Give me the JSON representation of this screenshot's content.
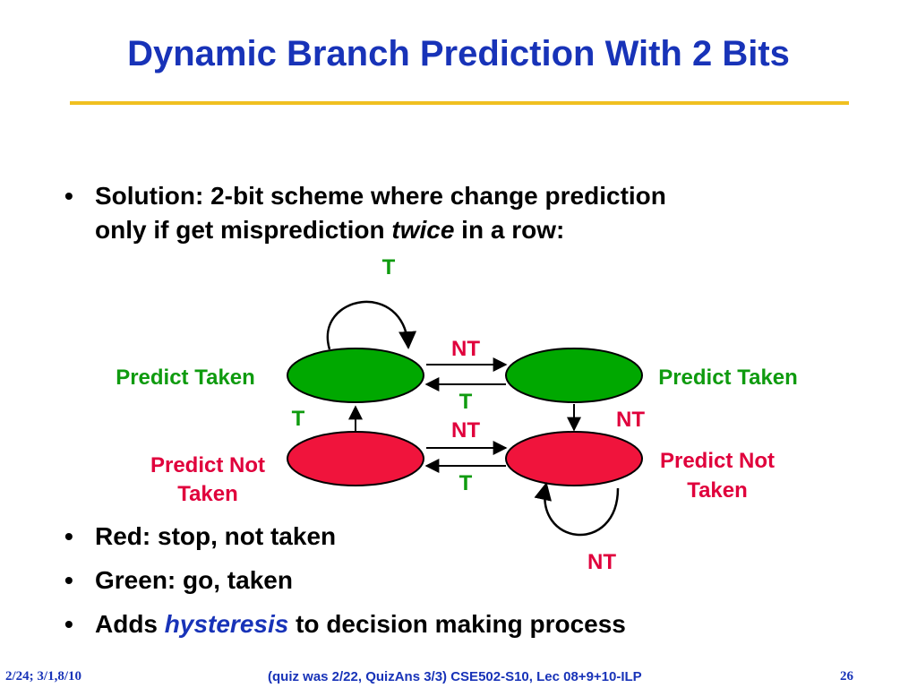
{
  "slide": {
    "title": "Dynamic Branch Prediction With 2 Bits"
  },
  "bullets": {
    "solution_line1": "Solution: 2-bit scheme where change prediction",
    "solution_line2_pre": "only if get misprediction ",
    "solution_line2_em": "twice",
    "solution_line2_post": " in a row:",
    "red": "Red: stop, not taken",
    "green": "Green: go, taken",
    "adds_pre": "Adds ",
    "adds_em": "hysteresis",
    "adds_post": " to decision making process",
    "marker": "•"
  },
  "diagram": {
    "states": {
      "top_left": "Predict Taken",
      "top_right": "Predict Taken",
      "bottom_left_line1": "Predict Not",
      "bottom_left_line2": "Taken",
      "bottom_right_line1": "Predict Not",
      "bottom_right_line2": "Taken"
    },
    "transitions": {
      "top_self_loop": "T",
      "top_to_right": "NT",
      "right_to_top": "T",
      "bottom_to_top_left": "T",
      "top_right_to_bottom": "NT",
      "bottom_to_right": "NT",
      "bottom_right_to_left": "T",
      "bottom_self_loop": "NT"
    },
    "colors": {
      "taken_state": "#00a800",
      "not_taken_state": "#f0143c",
      "taken_label": "#0f9b0f",
      "not_taken_label": "#e0003c"
    }
  },
  "footer": {
    "left": "2/24; 3/1,8/10",
    "middle": "(quiz was 2/22, QuizAns 3/3)  CSE502-S10, Lec 08+9+10-ILP",
    "right": "26"
  }
}
